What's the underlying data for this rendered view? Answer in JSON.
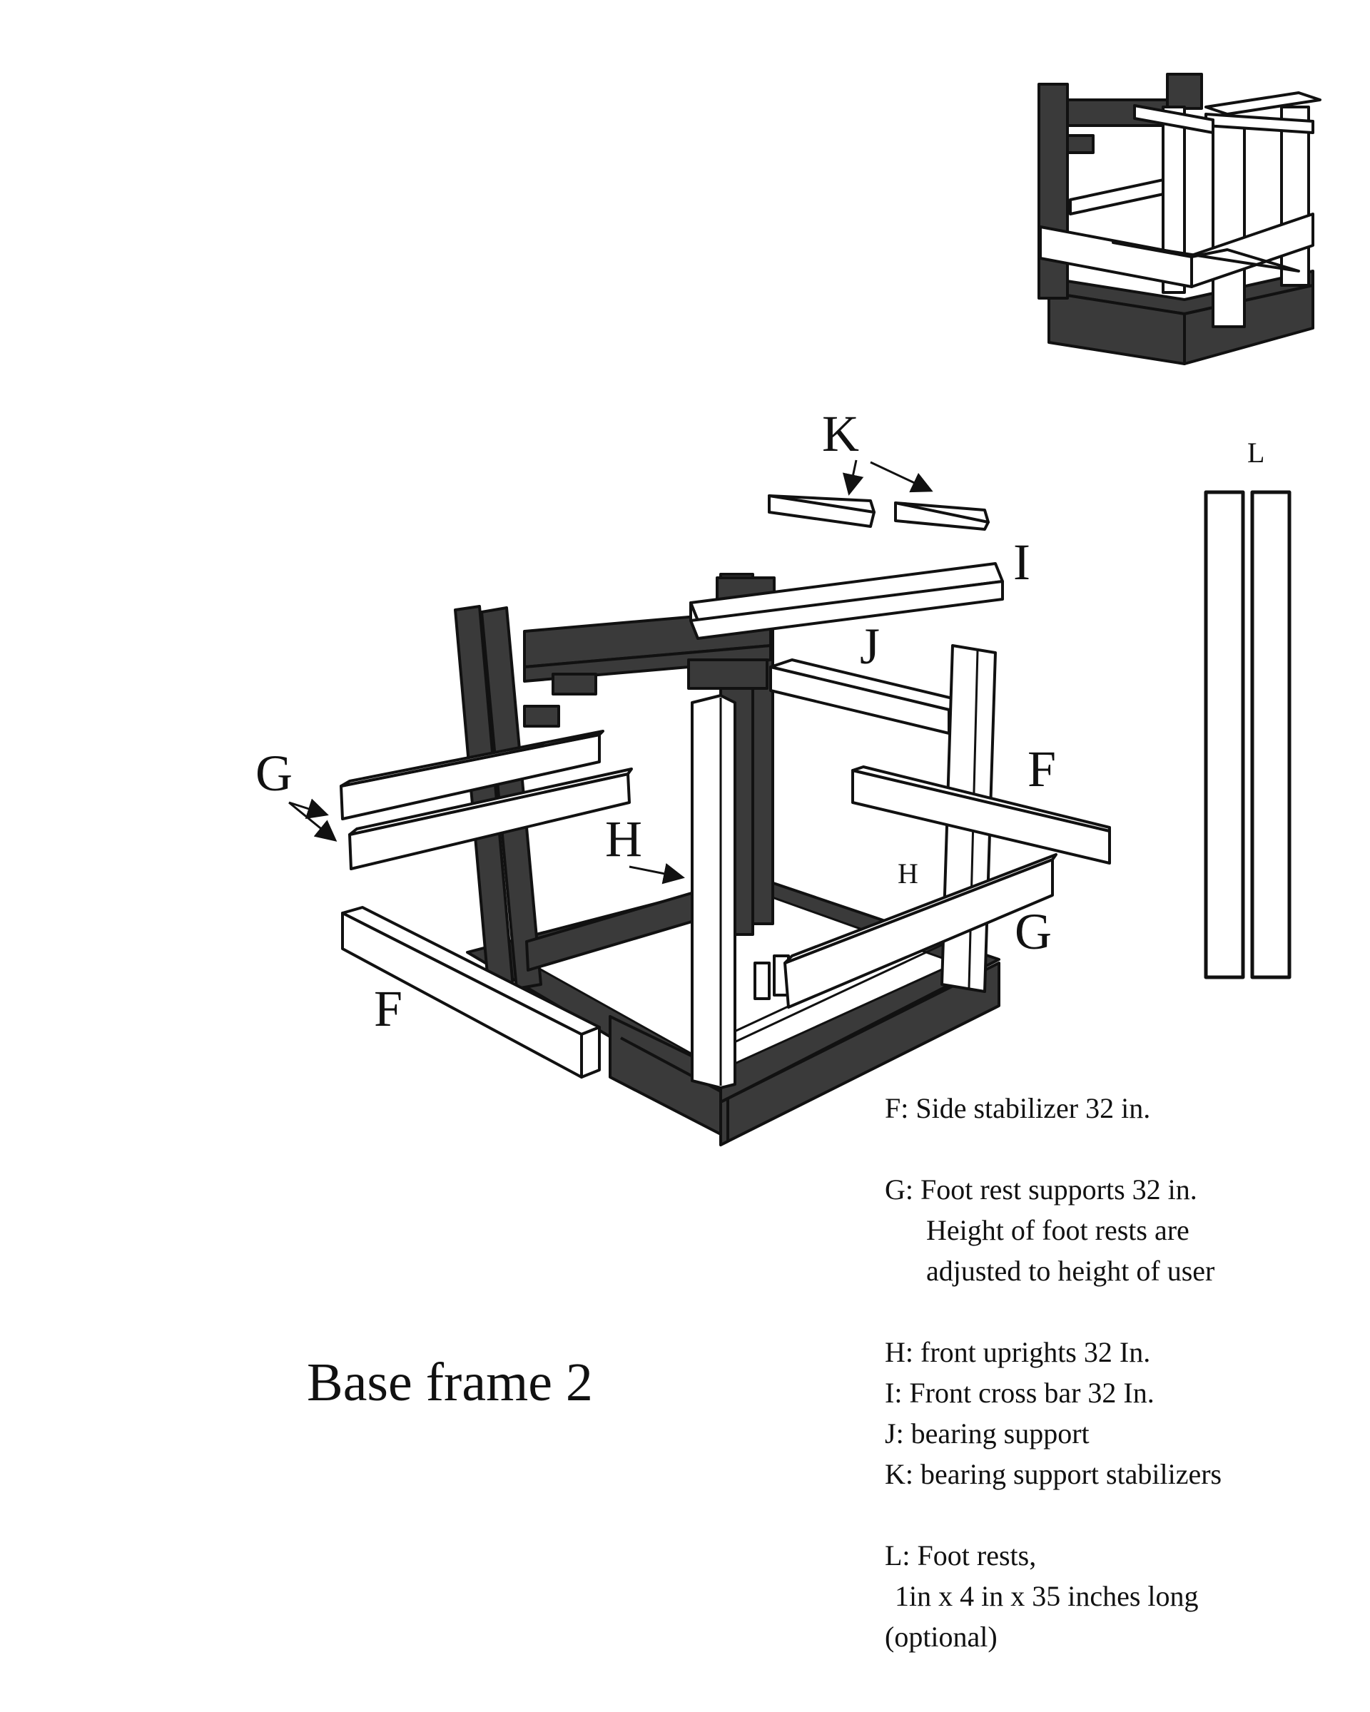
{
  "title": "Base frame  2",
  "colors": {
    "dark_wood": "#3a3a3a",
    "light_wood": "#ffffff",
    "outline": "#111111"
  },
  "labels": {
    "K": "K",
    "I": "I",
    "J": "J",
    "F_right": "F",
    "G_left": "G",
    "H_main": "H",
    "H_small": "H",
    "G_right": "G",
    "F_left": "F",
    "L": "L"
  },
  "legend": {
    "F": "F: Side stabilizer  32 in.",
    "G_line1": "G: Foot rest supports 32 in.",
    "G_line2": "Height of foot rests are",
    "G_line3": "adjusted to height of user",
    "H": "H: front uprights  32 In.",
    "I": "I: Front cross bar  32 In.",
    "J": "J: bearing support",
    "K": "K: bearing support stabilizers",
    "L_line1": "L:  Foot rests,",
    "L_line2": "1in x 4 in x 35 inches long",
    "L_line3": "(optional)"
  }
}
